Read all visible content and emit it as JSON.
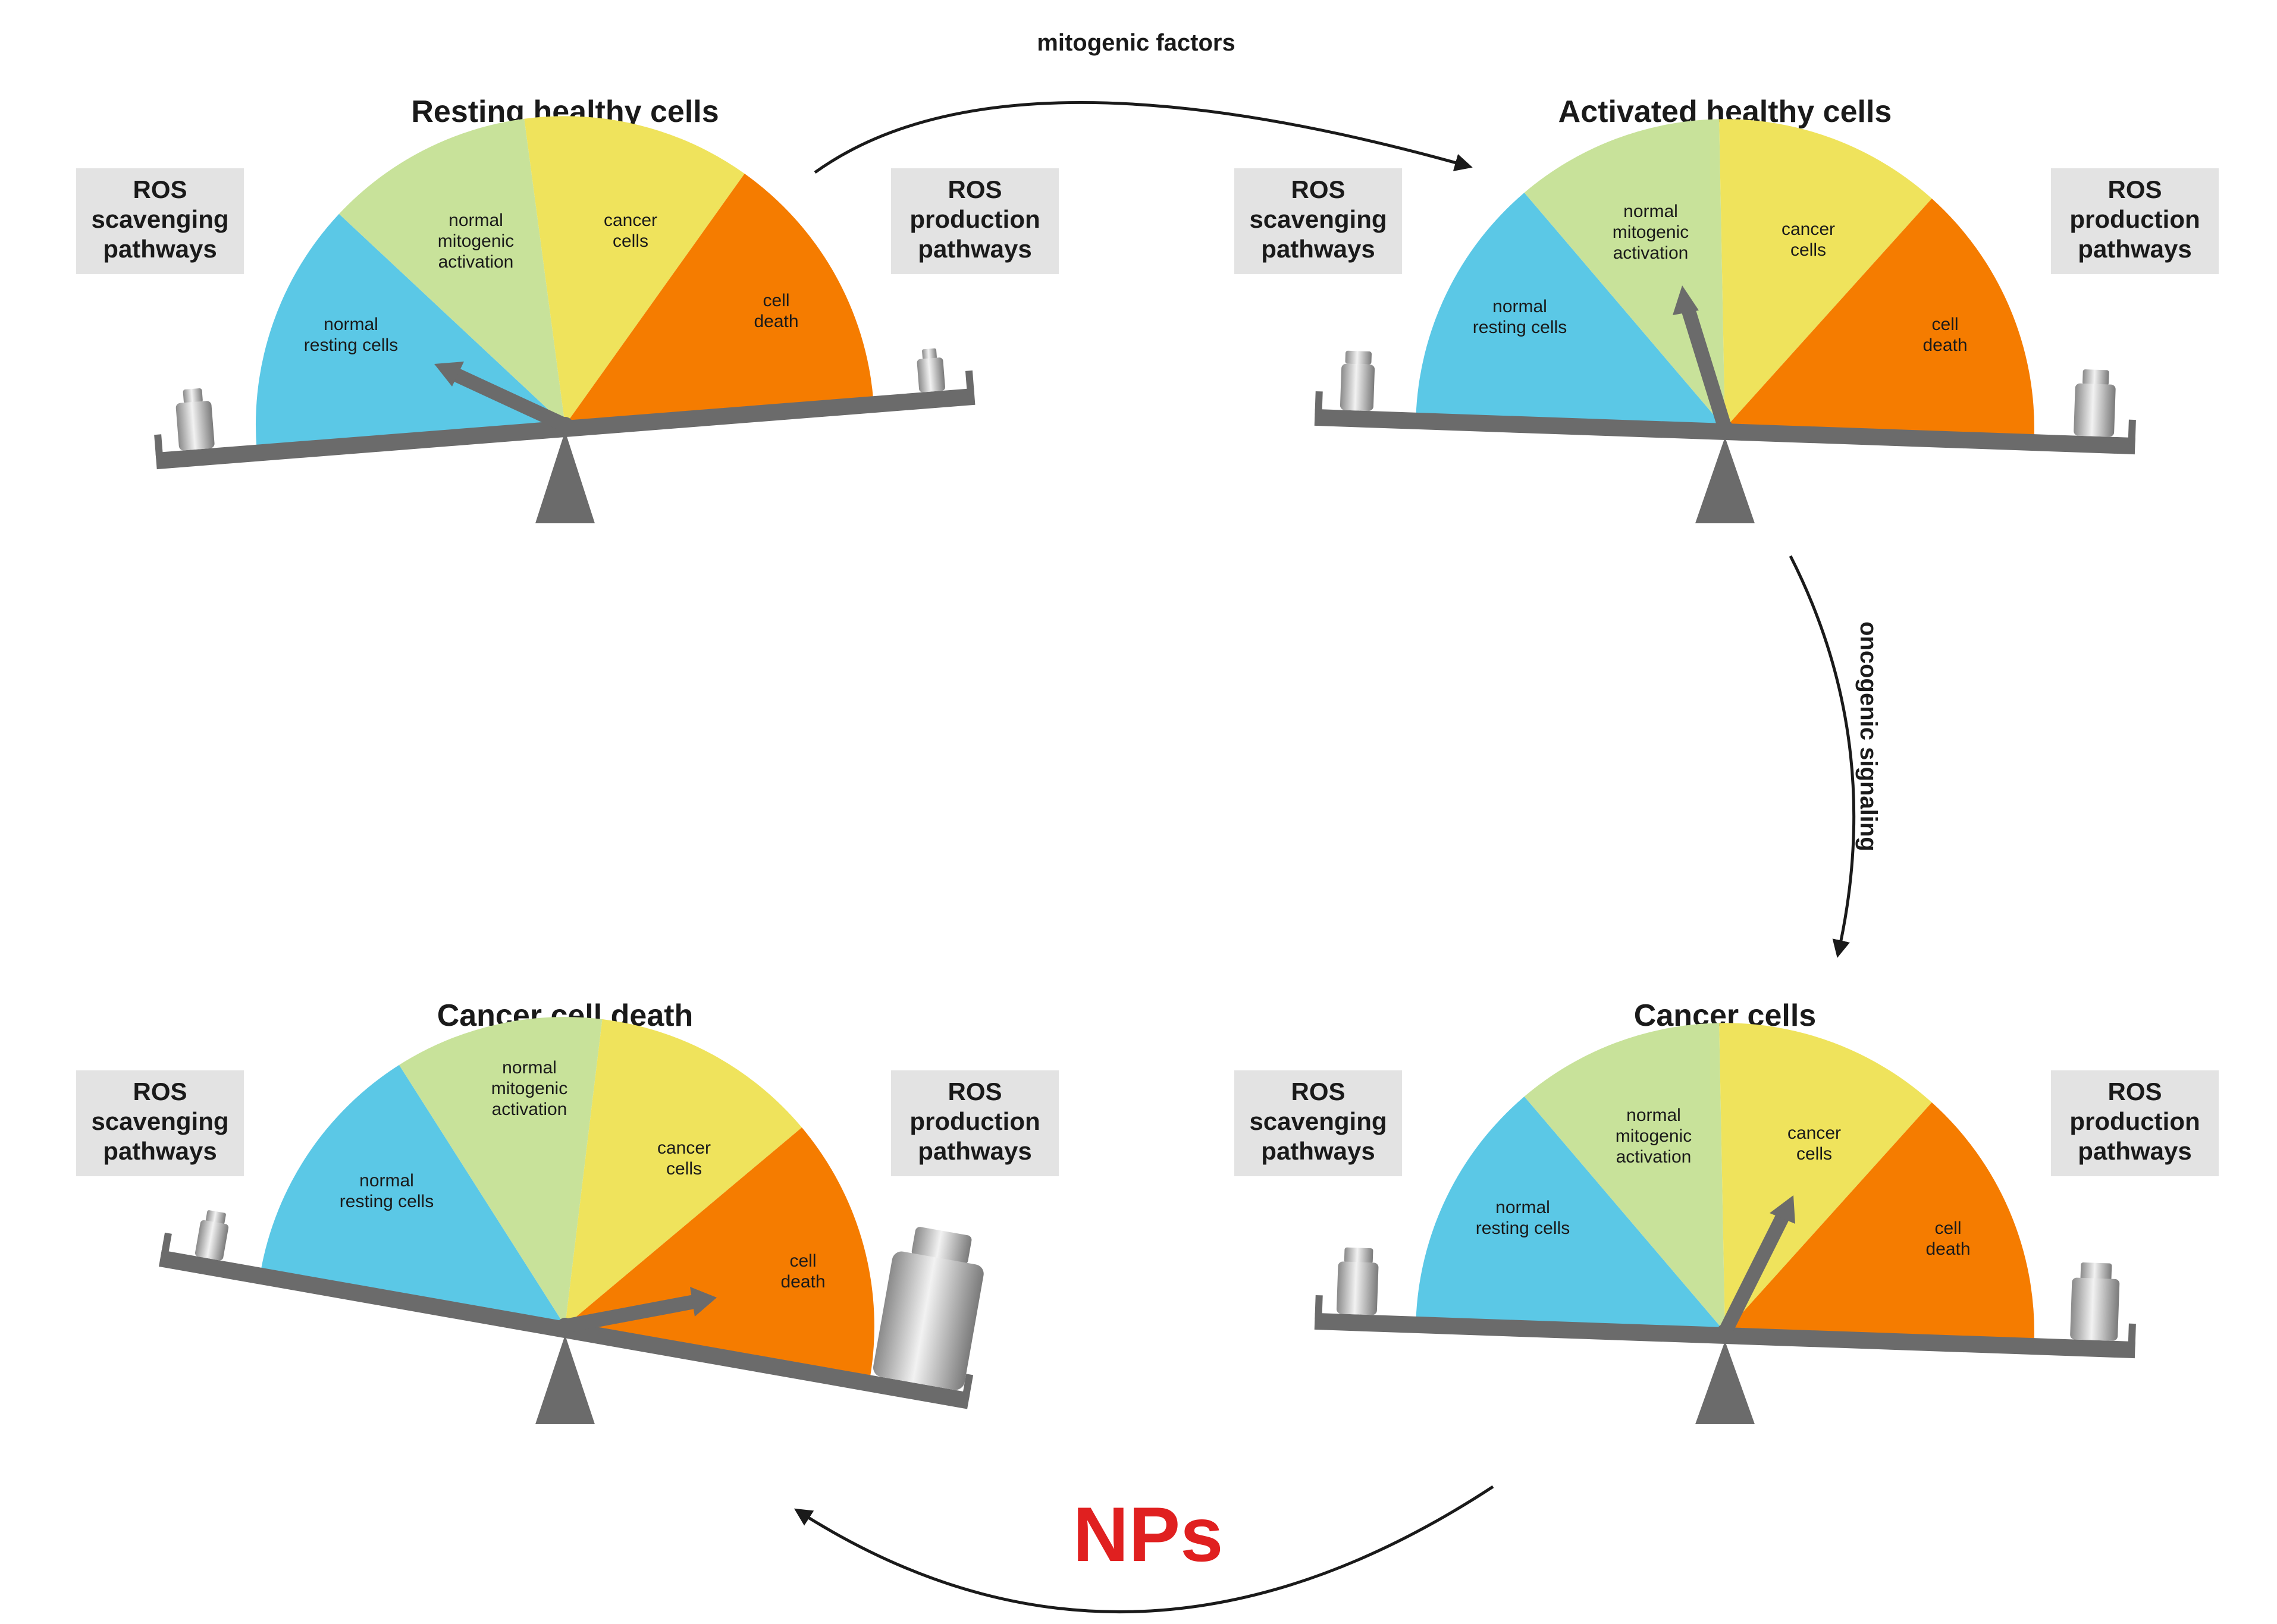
{
  "arrows": {
    "mitogenic": "mitogenic factors",
    "oncogenic": "oncogenic signaling",
    "nps": "NPs"
  },
  "colors": {
    "normal_resting": "#5bc8e6",
    "normal_mitogenic": "#c8e29a",
    "cancer": "#efe35c",
    "cell_death": "#f57c00",
    "beam": "#6b6b6b",
    "box_bg": "#e3e3e3",
    "nps_text": "#e02020"
  },
  "segment_names": {
    "resting": [
      "normal",
      "resting cells"
    ],
    "mitogenic": [
      "normal",
      "mitogenic",
      "activation"
    ],
    "cancer": [
      "cancer",
      "cells"
    ],
    "death": [
      "cell",
      "death"
    ]
  },
  "panels": [
    {
      "title": "Resting healthy cells",
      "left_box": [
        "ROS",
        "scavenging",
        "pathways"
      ],
      "right_box": [
        "ROS",
        "production",
        "pathways"
      ],
      "indicates": "normal resting cells",
      "heavier_side": "left"
    },
    {
      "title": "Activated healthy cells",
      "left_box": [
        "ROS",
        "scavenging",
        "pathways"
      ],
      "right_box": [
        "ROS",
        "production",
        "pathways"
      ],
      "indicates": "normal mitogenic activation",
      "heavier_side": "right (slight)"
    },
    {
      "title": "Cancer cells",
      "left_box": [
        "ROS",
        "scavenging",
        "pathways"
      ],
      "right_box": [
        "ROS",
        "production",
        "pathways"
      ],
      "indicates": "cancer cells",
      "heavier_side": "right (slight)"
    },
    {
      "title": "Cancer cell death",
      "left_box": [
        "ROS",
        "scavenging",
        "pathways"
      ],
      "right_box": [
        "ROS",
        "production",
        "pathways"
      ],
      "indicates": "cell death",
      "heavier_side": "right"
    }
  ]
}
